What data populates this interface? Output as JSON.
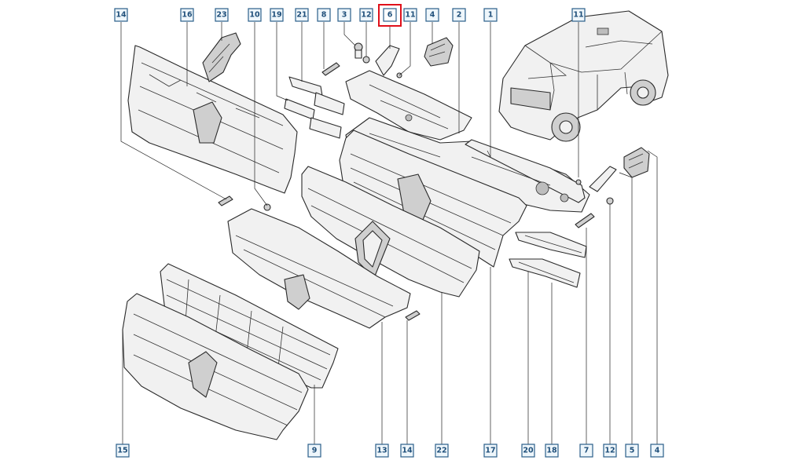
{
  "diagram": {
    "highlighted_part": "6",
    "callouts_top": [
      "14",
      "16",
      "23",
      "10",
      "19",
      "21",
      "8",
      "3",
      "12",
      "6",
      "11",
      "4",
      "2",
      "1",
      "11"
    ],
    "callouts_bottom": [
      "15",
      "9",
      "13",
      "14",
      "22",
      "17",
      "20",
      "18",
      "7",
      "12",
      "5",
      "4"
    ],
    "colors": {
      "callout_border": "#2b5f8a",
      "callout_text": "#1f4f7a",
      "highlight": "#e0101a"
    }
  }
}
